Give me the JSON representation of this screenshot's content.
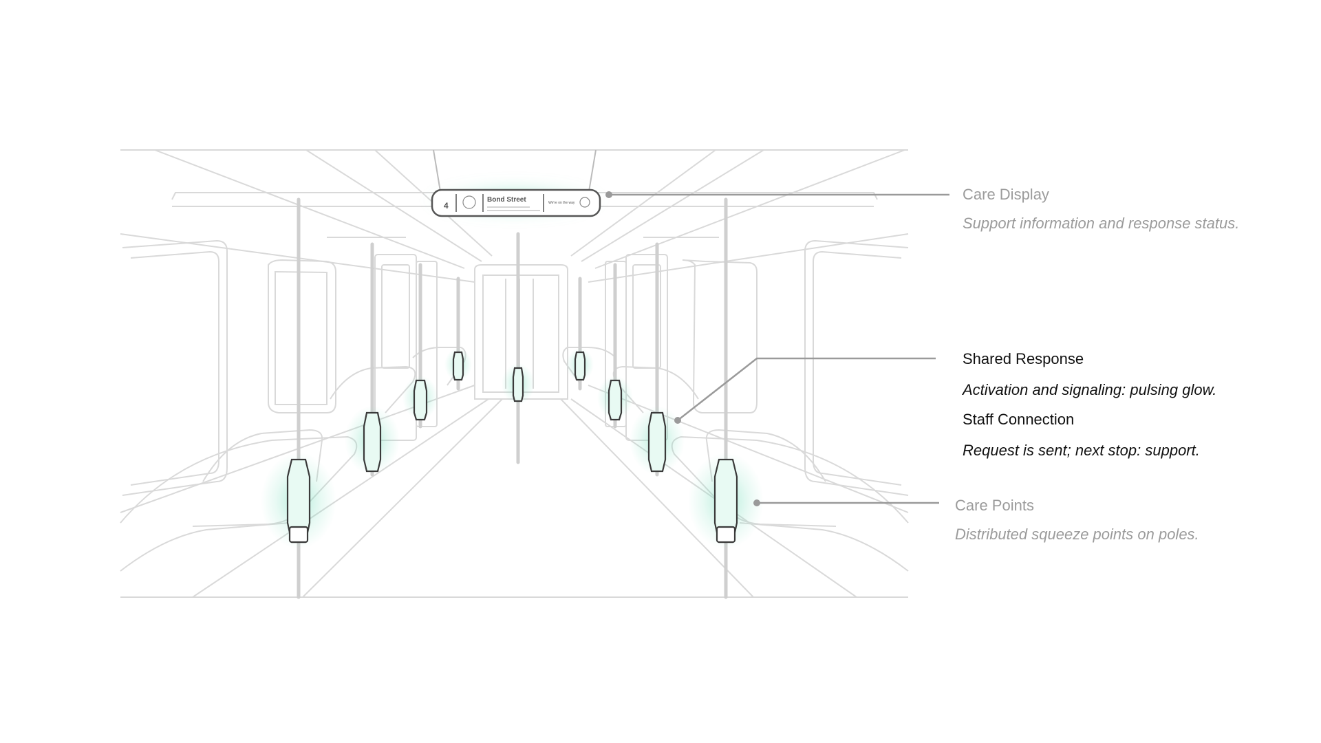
{
  "display_panel": {
    "line_text": "4",
    "station_name": "Bond Street",
    "right_tag": "We're on the way"
  },
  "callouts": {
    "care_display": {
      "title": "Care Display",
      "desc": "Support information and response status."
    },
    "shared_response": {
      "title": "Shared Response",
      "desc": "Activation and signaling: pulsing glow."
    },
    "staff_connection": {
      "title": "Staff Connection",
      "desc": "Request is sent; next stop: support."
    },
    "care_points": {
      "title": "Care Points",
      "desc": "Distributed squeeze points on poles."
    }
  },
  "colors": {
    "sketch_line": "#d6d6d6",
    "glow": "#7ee0bf",
    "leader_line": "#9a9a9a",
    "text_muted": "#9b9b9b",
    "text_dark": "#111111"
  }
}
